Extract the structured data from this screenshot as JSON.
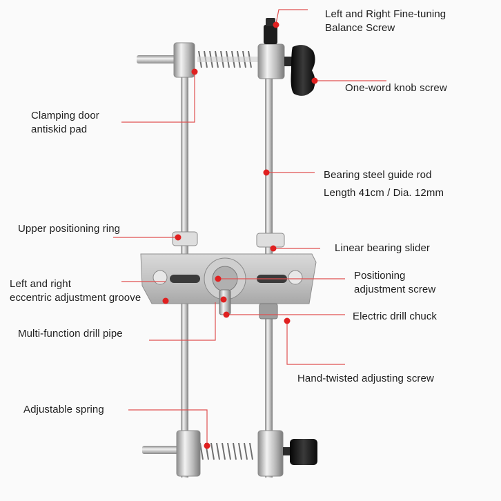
{
  "colors": {
    "callout_line": "#e05050",
    "callout_dot": "#e02020",
    "metal_light": "#e6e6e6",
    "metal_mid": "#b9b9b9",
    "metal_dark": "#8c8c8c",
    "knob": "#1b1b1b",
    "text": "#1e1e1e"
  },
  "callouts": {
    "balance_screw": {
      "line1": "Left and Right Fine-tuning",
      "line2": "Balance Screw"
    },
    "knob_screw": {
      "line1": "One-word knob screw"
    },
    "antiskid_pad": {
      "line1": "Clamping door",
      "line2": "antiskid pad"
    },
    "guide_rod": {
      "line1": "Bearing steel guide rod",
      "line2": "Length 41cm / Dia. 12mm"
    },
    "upper_ring": {
      "line1": "Upper positioning ring"
    },
    "linear_slider": {
      "line1": "Linear bearing slider"
    },
    "eccentric_groove": {
      "line1": "Left and right",
      "line2": "eccentric adjustment groove"
    },
    "positioning_screw": {
      "line1": "Positioning",
      "line2": "adjustment screw"
    },
    "drill_chuck": {
      "line1": "Electric drill chuck"
    },
    "drill_pipe": {
      "line1": "Multi-function drill pipe"
    },
    "hand_screw": {
      "line1": "Hand-twisted adjusting screw"
    },
    "spring": {
      "line1": "Adjustable spring"
    }
  },
  "icons": [
    "locator-jig-illustration"
  ]
}
